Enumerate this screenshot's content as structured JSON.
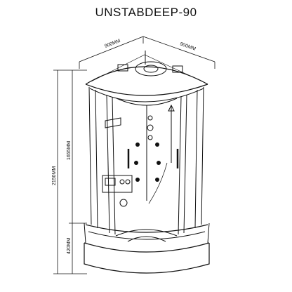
{
  "title": "UNSTABDEEP-90",
  "dimensions": {
    "width_left": "900MM",
    "width_right": "900MM",
    "total_height": "2150MM",
    "cabin_height": "1655MM",
    "tray_height": "420MM"
  },
  "colors": {
    "line": "#111111",
    "background": "#ffffff"
  }
}
